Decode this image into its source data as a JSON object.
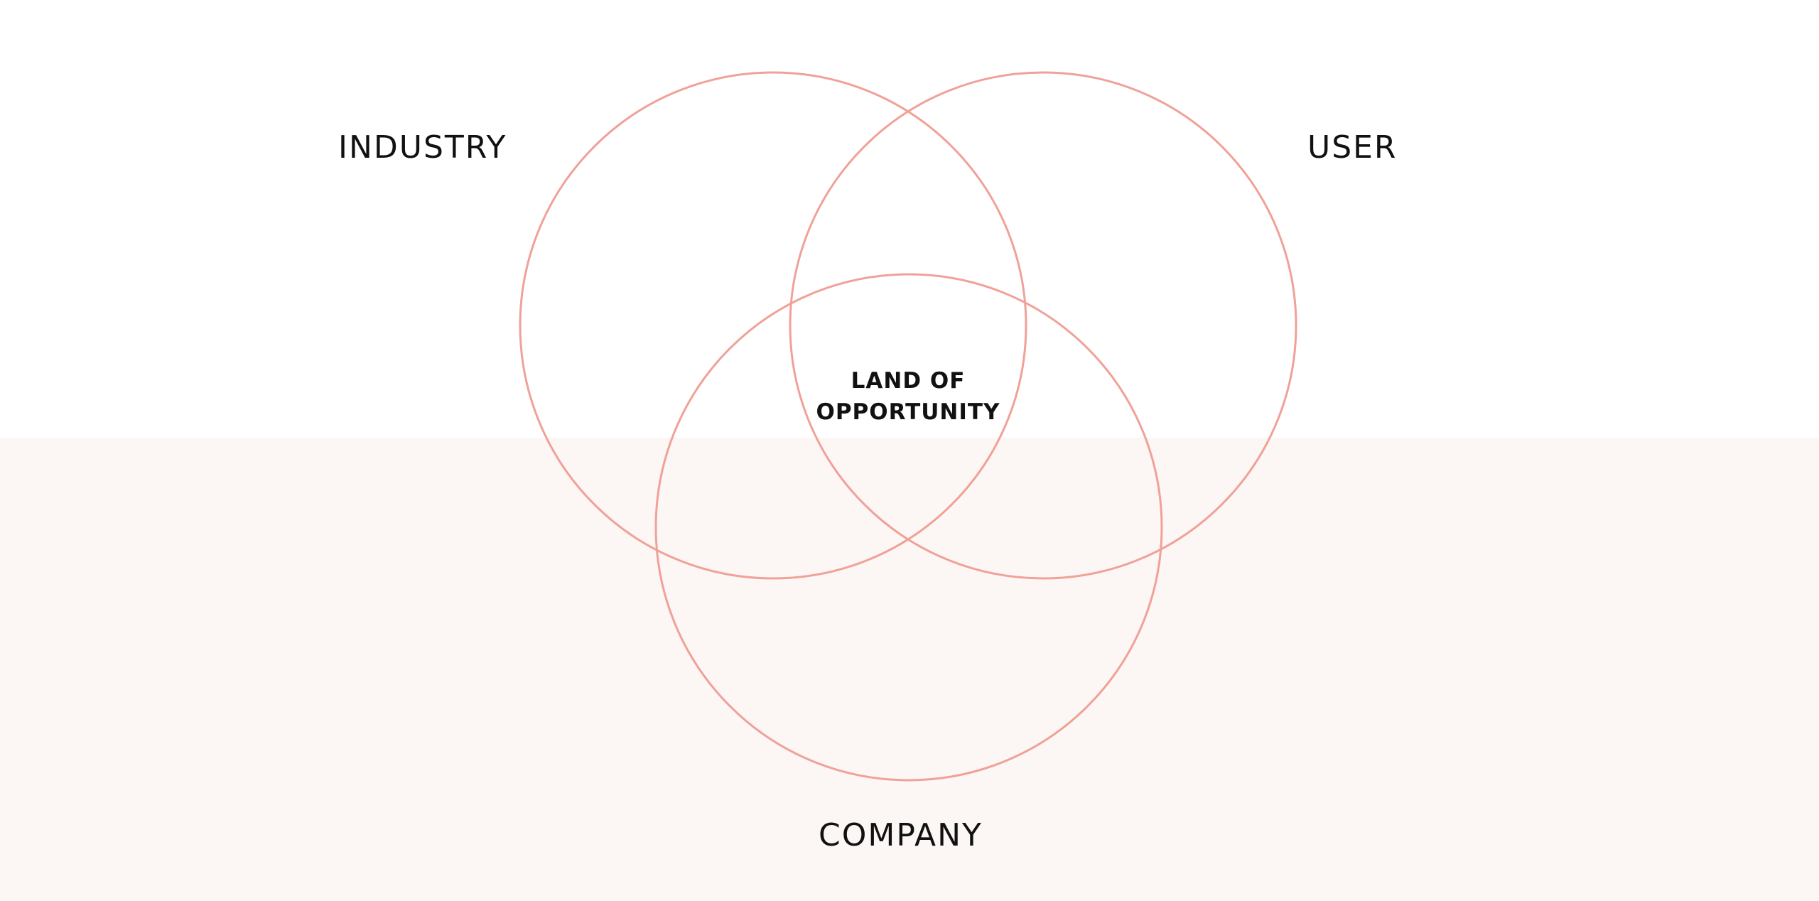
{
  "diagram": {
    "type": "venn",
    "sets": [
      {
        "label": "INDUSTRY"
      },
      {
        "label": "USER"
      },
      {
        "label": "COMPANY"
      }
    ],
    "intersection_label": [
      "LAND OF",
      "OPPORTUNITY"
    ],
    "colors": {
      "circle_stroke": "#f0a198",
      "background_lower": "#fcf6f5",
      "background_upper": "#ffffff",
      "text": "#111111"
    }
  }
}
